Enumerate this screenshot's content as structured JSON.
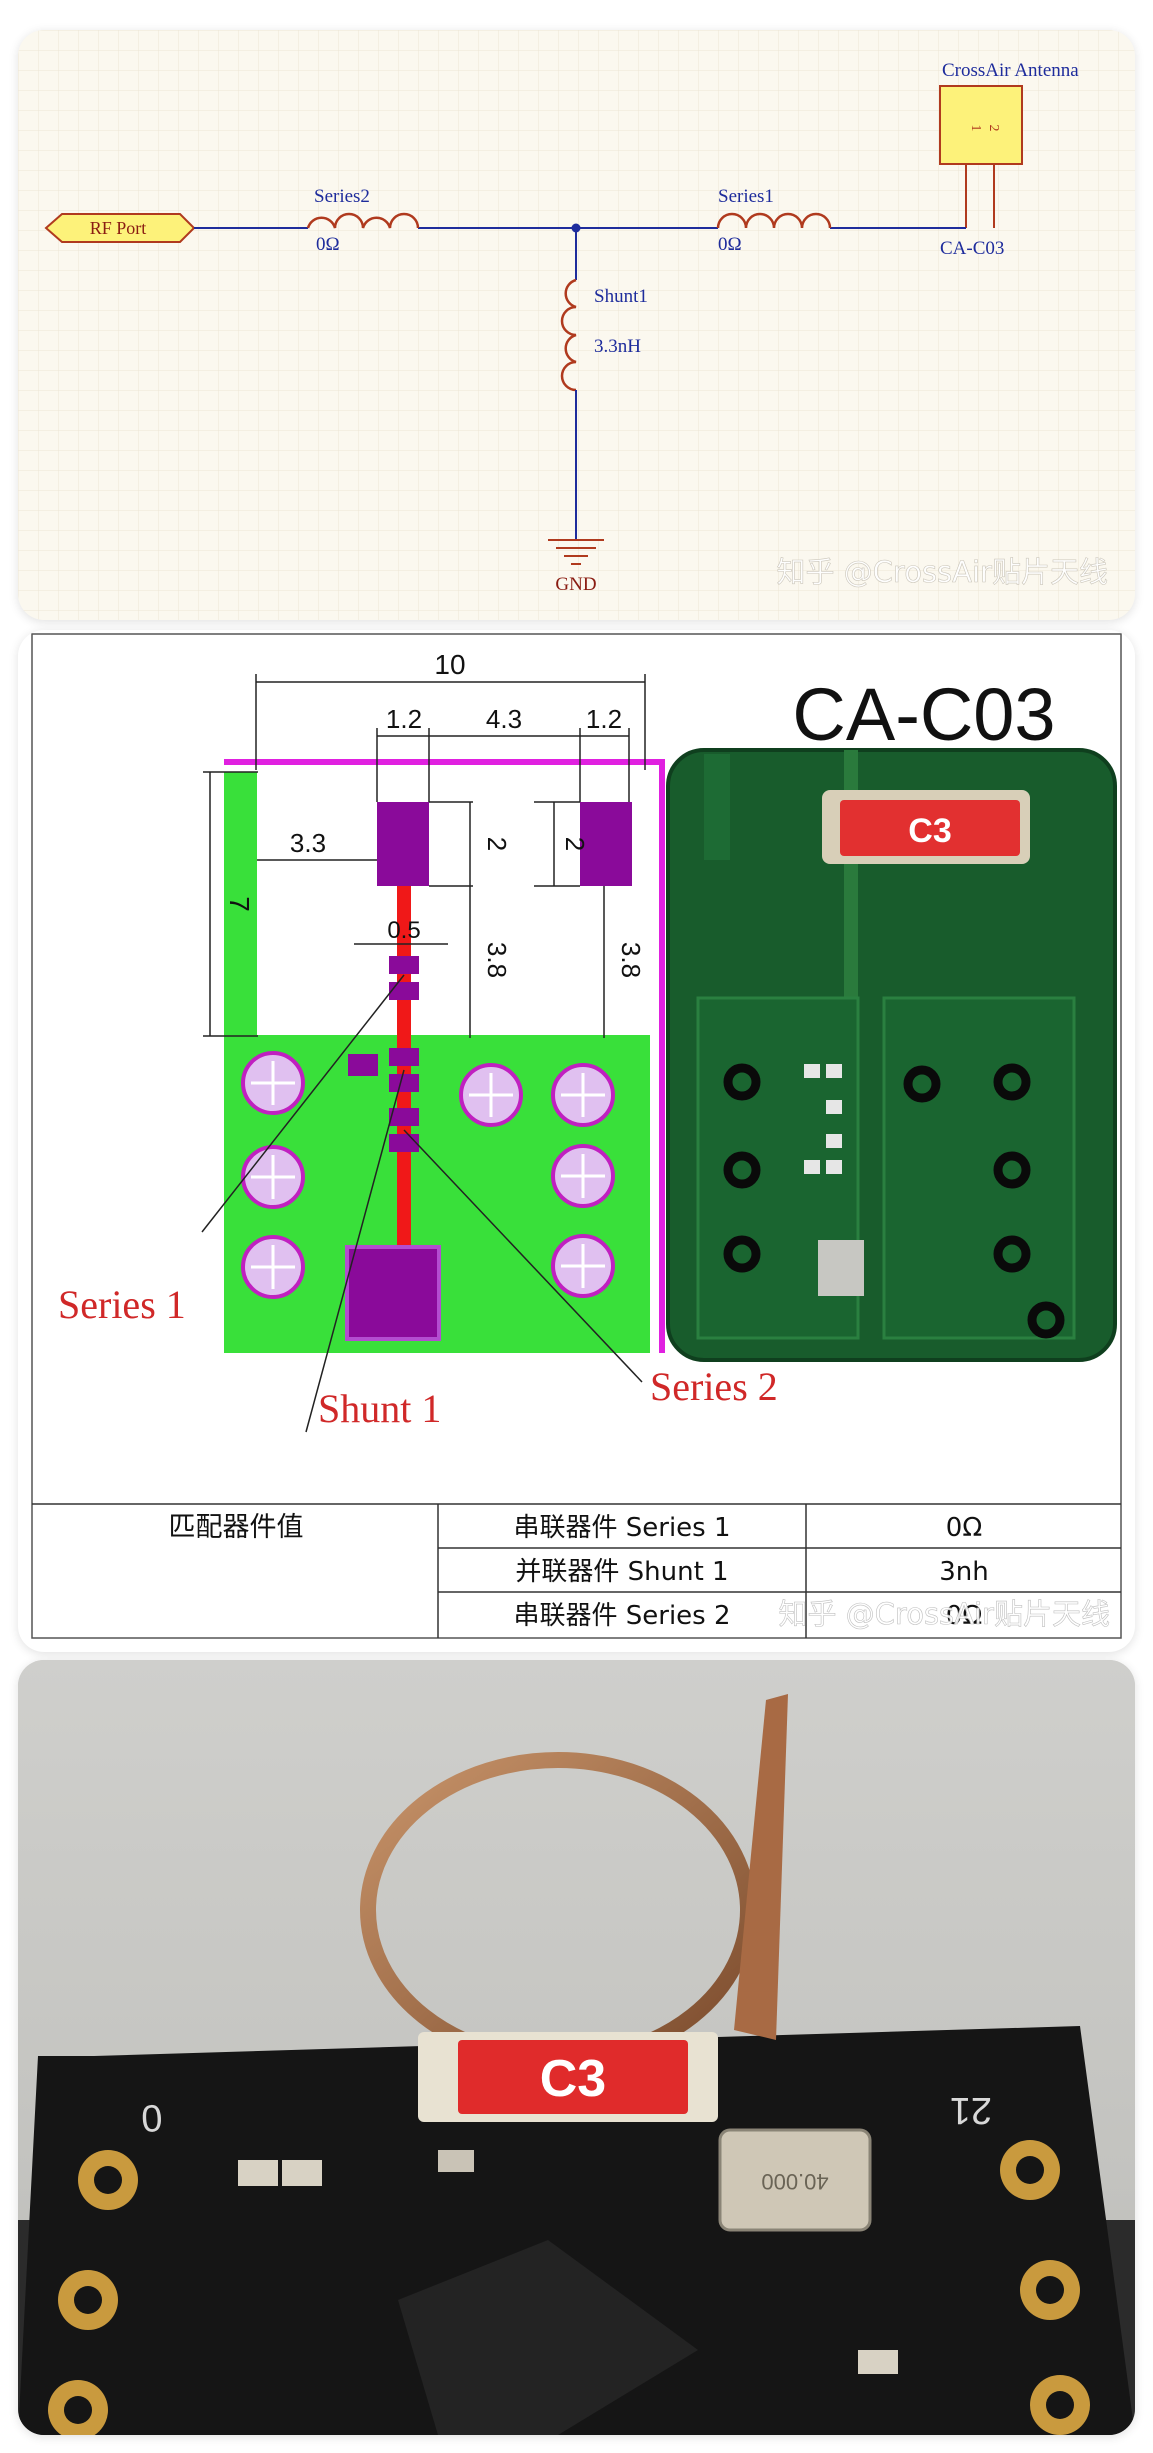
{
  "schematic": {
    "rf_port": "RF Port",
    "series2_name": "Series2",
    "series2_value": "0Ω",
    "series1_name": "Series1",
    "series1_value": "0Ω",
    "shunt1_name": "Shunt1",
    "shunt1_value": "3.3nH",
    "gnd": "GND",
    "antenna_name": "CrossAir Antenna",
    "antenna_part": "CA-C03",
    "pin1": "1",
    "pin2": "2",
    "watermark": "知乎 @CrossAir贴片天线"
  },
  "layout": {
    "title": "CA-C03",
    "dim_10": "10",
    "dim_12a": "1.2",
    "dim_43": "4.3",
    "dim_12b": "1.2",
    "dim_33": "3.3",
    "dim_2a": "2",
    "dim_2b": "2",
    "dim_7": "7",
    "dim_05": "0.5",
    "dim_38a": "3.8",
    "dim_38b": "3.8",
    "label_series1": "Series 1",
    "label_shunt1": "Shunt 1",
    "label_series2": "Series 2",
    "chip_label": "C3",
    "table": {
      "header": "匹配器件值",
      "rows": [
        {
          "name": "串联器件 Series 1",
          "value": "0Ω"
        },
        {
          "name": "并联器件 Shunt 1",
          "value": "3nh"
        },
        {
          "name": "串联器件 Series 2",
          "value": "0Ω"
        }
      ]
    },
    "watermark": "知乎 @CrossAir贴片天线"
  },
  "photo": {
    "chip_label": "C3",
    "pad_left": "0",
    "pad_right": "21",
    "crystal_text": "40.000"
  }
}
